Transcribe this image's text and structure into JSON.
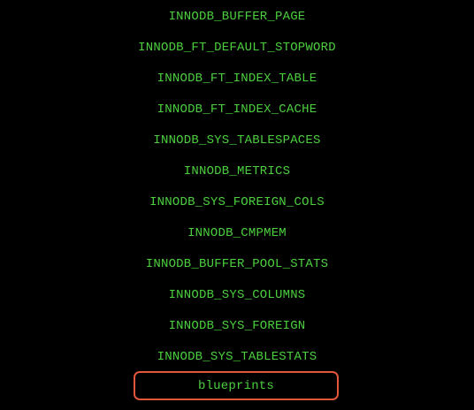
{
  "tables": [
    "INNODB_BUFFER_PAGE",
    "INNODB_FT_DEFAULT_STOPWORD",
    "INNODB_FT_INDEX_TABLE",
    "INNODB_FT_INDEX_CACHE",
    "INNODB_SYS_TABLESPACES",
    "INNODB_METRICS",
    "INNODB_SYS_FOREIGN_COLS",
    "INNODB_CMPMEM",
    "INNODB_BUFFER_POOL_STATS",
    "INNODB_SYS_COLUMNS",
    "INNODB_SYS_FOREIGN",
    "INNODB_SYS_TABLESTATS"
  ],
  "selected": "blueprints",
  "colors": {
    "background": "#000000",
    "text": "#4ccf3f",
    "selection_border": "#e2573b"
  }
}
